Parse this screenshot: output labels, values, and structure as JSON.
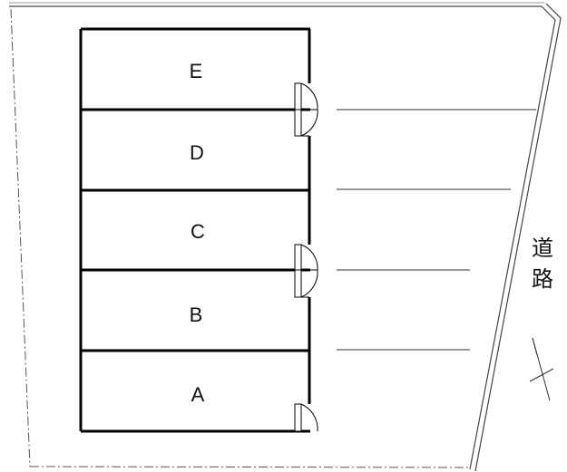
{
  "units": [
    {
      "id": "E",
      "label": "E"
    },
    {
      "id": "D",
      "label": "D"
    },
    {
      "id": "C",
      "label": "C"
    },
    {
      "id": "B",
      "label": "B"
    },
    {
      "id": "A",
      "label": "A"
    }
  ],
  "road": {
    "label_line1": "道",
    "label_line2": "路"
  },
  "colors": {
    "wall": "#000000",
    "line": "#333333",
    "boundary": "#555555"
  },
  "icons": {
    "north_arrow": "north-arrow-icon",
    "door": "door-swing-icon"
  }
}
